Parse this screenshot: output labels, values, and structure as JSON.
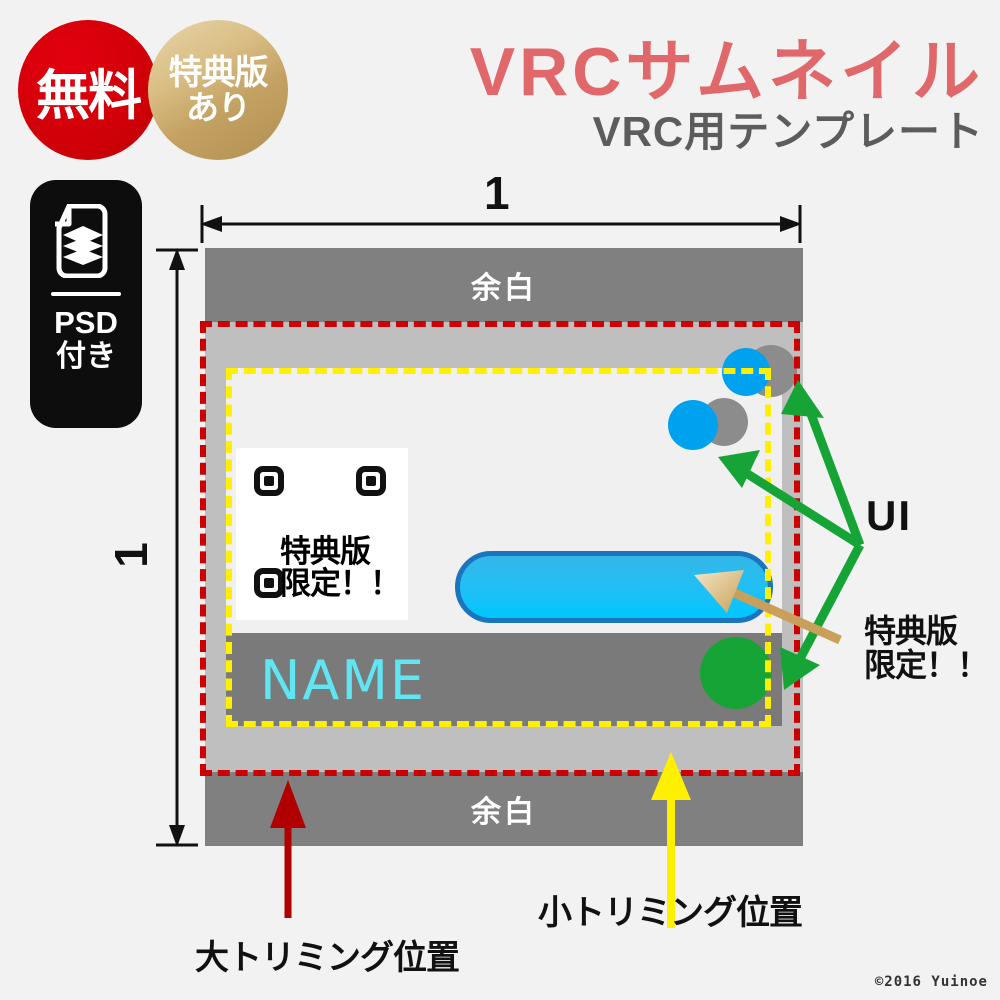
{
  "header": {
    "title": "VRCサムネイル",
    "subtitle": "VRC用テンプレート",
    "title_color": "#e0686b",
    "subtitle_color": "#5c5c5c"
  },
  "badges": {
    "free": {
      "label": "無料",
      "color": "#cc0007"
    },
    "bonus": {
      "line1": "特典版",
      "line2": "あり",
      "color": "#c4a263"
    },
    "psd": {
      "line1": "PSD",
      "line2": "付き",
      "icon": "layered-document-icon",
      "color": "#0d0d0d"
    }
  },
  "canvas": {
    "margin_label": "余白",
    "name_placeholder": "NAME",
    "name_color": "#5fe6f2",
    "background": "#bfbfbf",
    "band_color": "#808080",
    "bottombar_color": "#7a7a7a",
    "content_color": "#f0f0f0"
  },
  "overlay_box": {
    "line1": "特典版",
    "line2": "限定！！",
    "markers": 3
  },
  "guides": {
    "large_crop": {
      "label": "大トリミング位置",
      "color": "#cc0000",
      "style": "dashed"
    },
    "small_crop": {
      "label": "小トリミング位置",
      "color": "#ffef00",
      "style": "dashed"
    }
  },
  "annotations": {
    "ui": {
      "label": "UI",
      "arrow_color": "#17a437",
      "arrow_count": 3
    },
    "bonus_only": {
      "line1": "特典版",
      "line2": "限定！！",
      "arrow_color": "#c8a05a"
    }
  },
  "dimensions": {
    "width_label": "1",
    "height_label": "1"
  },
  "footer": {
    "copyright": "©2016 Yuinoe"
  }
}
